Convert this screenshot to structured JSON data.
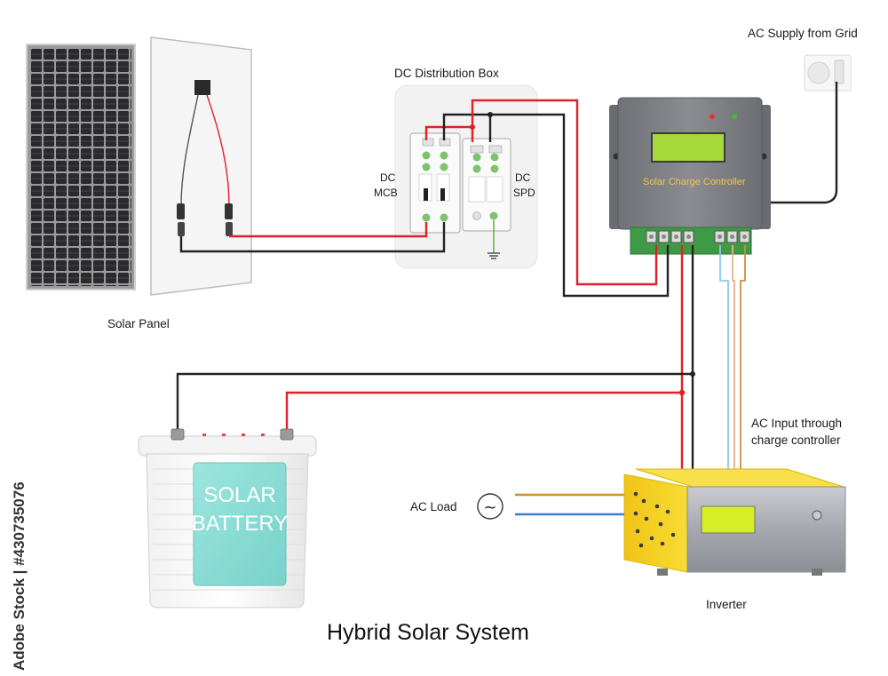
{
  "diagram": {
    "title": "Hybrid Solar System",
    "components": {
      "solar_panel": "Solar Panel",
      "dc_distribution_box": "DC Distribution Box",
      "dc_mcb_line1": "DC",
      "dc_mcb_line2": "MCB",
      "dc_spd_line1": "DC",
      "dc_spd_line2": "SPD",
      "charge_controller": "Solar Charge Controller",
      "ac_supply": "AC Supply from Grid",
      "ac_input_line1": "AC Input through",
      "ac_input_line2": "charge controller",
      "battery_line1": "SOLAR",
      "battery_line2": "BATTERY",
      "ac_load": "AC Load",
      "ac_symbol": "~",
      "inverter": "Inverter"
    },
    "watermark": "Adobe Stock | #430735076"
  },
  "colors": {
    "positive_wire": "#e41e26",
    "negative_wire": "#222222",
    "live_wire": "#c8903c",
    "neutral_wire": "#3a7fd5",
    "controller_body": "#7d7f85",
    "lcd": "#a6d93a",
    "terminal_green": "#3f9a46",
    "inverter_yellow": "#f6d220",
    "battery_label": "#86dcd5"
  }
}
